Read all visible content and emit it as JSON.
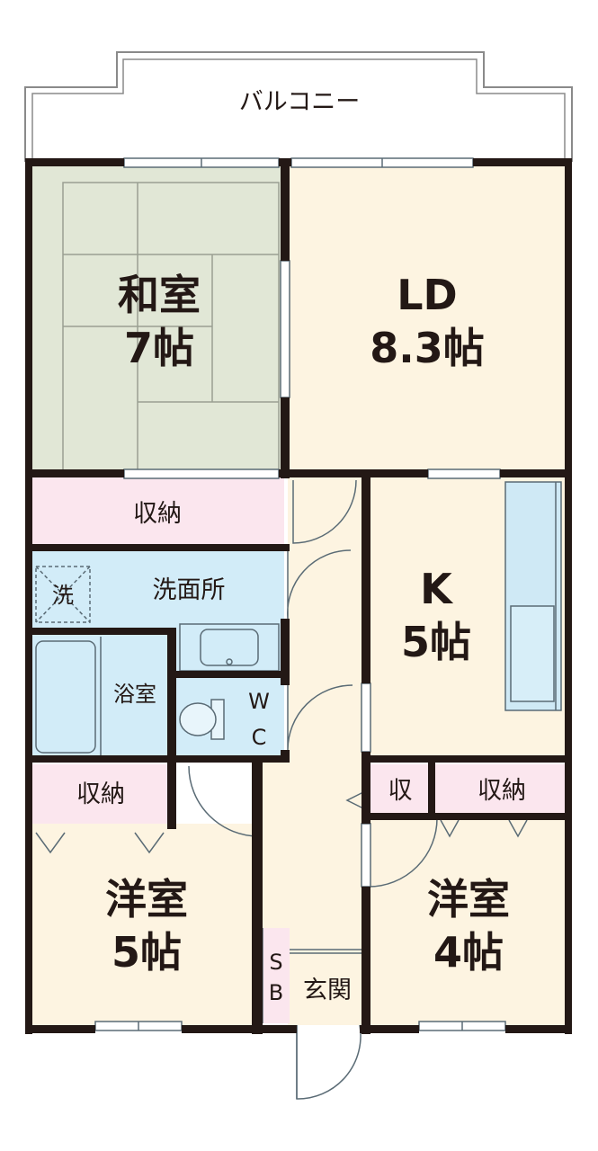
{
  "colors": {
    "wall": "#231815",
    "japanese_room": "#e1e7d6",
    "tatami_line": "#9a9f92",
    "wood_floor": "#fdf4e1",
    "storage": "#fbe6ee",
    "wet_area": "#d2ecf8",
    "balcony": "#ffffff"
  },
  "balcony": {
    "label": "バルコニー"
  },
  "washitsu": {
    "name": "和室",
    "size": "7帖"
  },
  "ld": {
    "name": "LD",
    "size": "8.3帖"
  },
  "kitchen": {
    "name": "K",
    "size": "5帖"
  },
  "storage_top": {
    "label": "収納"
  },
  "washroom": {
    "label": "洗面所",
    "washer": "洗"
  },
  "bath": {
    "label": "浴室"
  },
  "wc": {
    "label_w": "W",
    "label_c": "C"
  },
  "storage_left": {
    "label": "収納"
  },
  "storage_small": {
    "label": "収"
  },
  "storage_right": {
    "label": "収納"
  },
  "yoshitsu_left": {
    "name": "洋室",
    "size": "5帖"
  },
  "yoshitsu_right": {
    "name": "洋室",
    "size": "4帖"
  },
  "shoe_box": {
    "label_s": "S",
    "label_b": "B"
  },
  "entrance": {
    "label": "玄関"
  }
}
